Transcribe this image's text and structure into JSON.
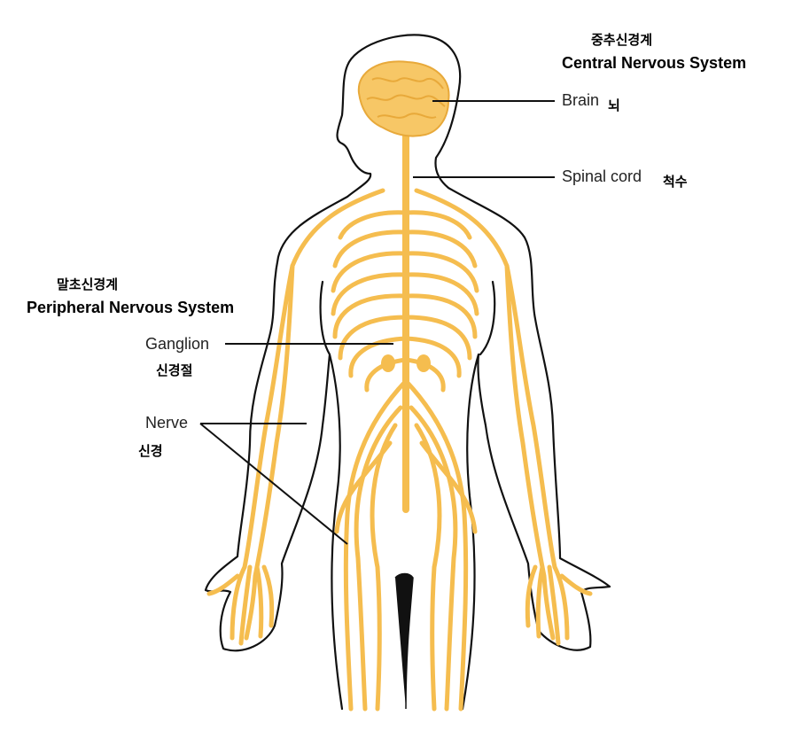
{
  "cns": {
    "title_ko": "중추신경계",
    "title_en": "Central Nervous System"
  },
  "pns": {
    "title_ko": "말초신경계",
    "title_en": "Peripheral Nervous System"
  },
  "labels": {
    "brain_en": "Brain",
    "brain_ko": "뇌",
    "spinal_en": "Spinal cord",
    "spinal_ko": "척수",
    "ganglion_en": "Ganglion",
    "ganglion_ko": "신경절",
    "nerve_en": "Nerve",
    "nerve_ko": "신경"
  },
  "colors": {
    "nerve": "#f5bd4f",
    "nerve_dark": "#e8a93a",
    "brain": "#f7c766",
    "outline": "#111111",
    "leader": "#111111"
  }
}
